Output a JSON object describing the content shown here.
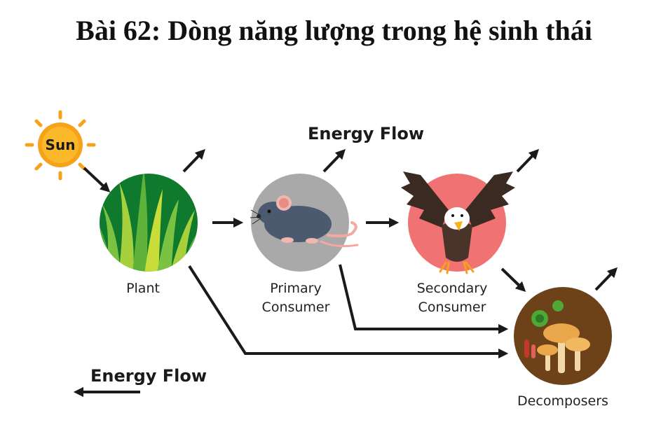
{
  "title": "Bài 62: Dòng năng lượng trong hệ sinh thái",
  "nodes": {
    "sun": "Sun",
    "plant": "Plant",
    "primary": [
      "Primary",
      "Consumer"
    ],
    "secondary": [
      "Secondary",
      "Consumer"
    ],
    "decomposers": "Decomposers"
  },
  "energy_flow_top": "Energy Flow",
  "energy_flow_bottom": "Energy Flow",
  "colors": {
    "sun": "#f7a21b",
    "plant_bg": "#0f7a2e",
    "primary_bg": "#a9a9a9",
    "secondary_bg": "#f07272",
    "decomposers_bg": "#6e4218",
    "arrow": "#1a1a1a"
  },
  "icons": [
    "sun-icon",
    "grass-icon",
    "mouse-icon",
    "eagle-icon",
    "mushroom-icon",
    "bacteria-icon"
  ]
}
